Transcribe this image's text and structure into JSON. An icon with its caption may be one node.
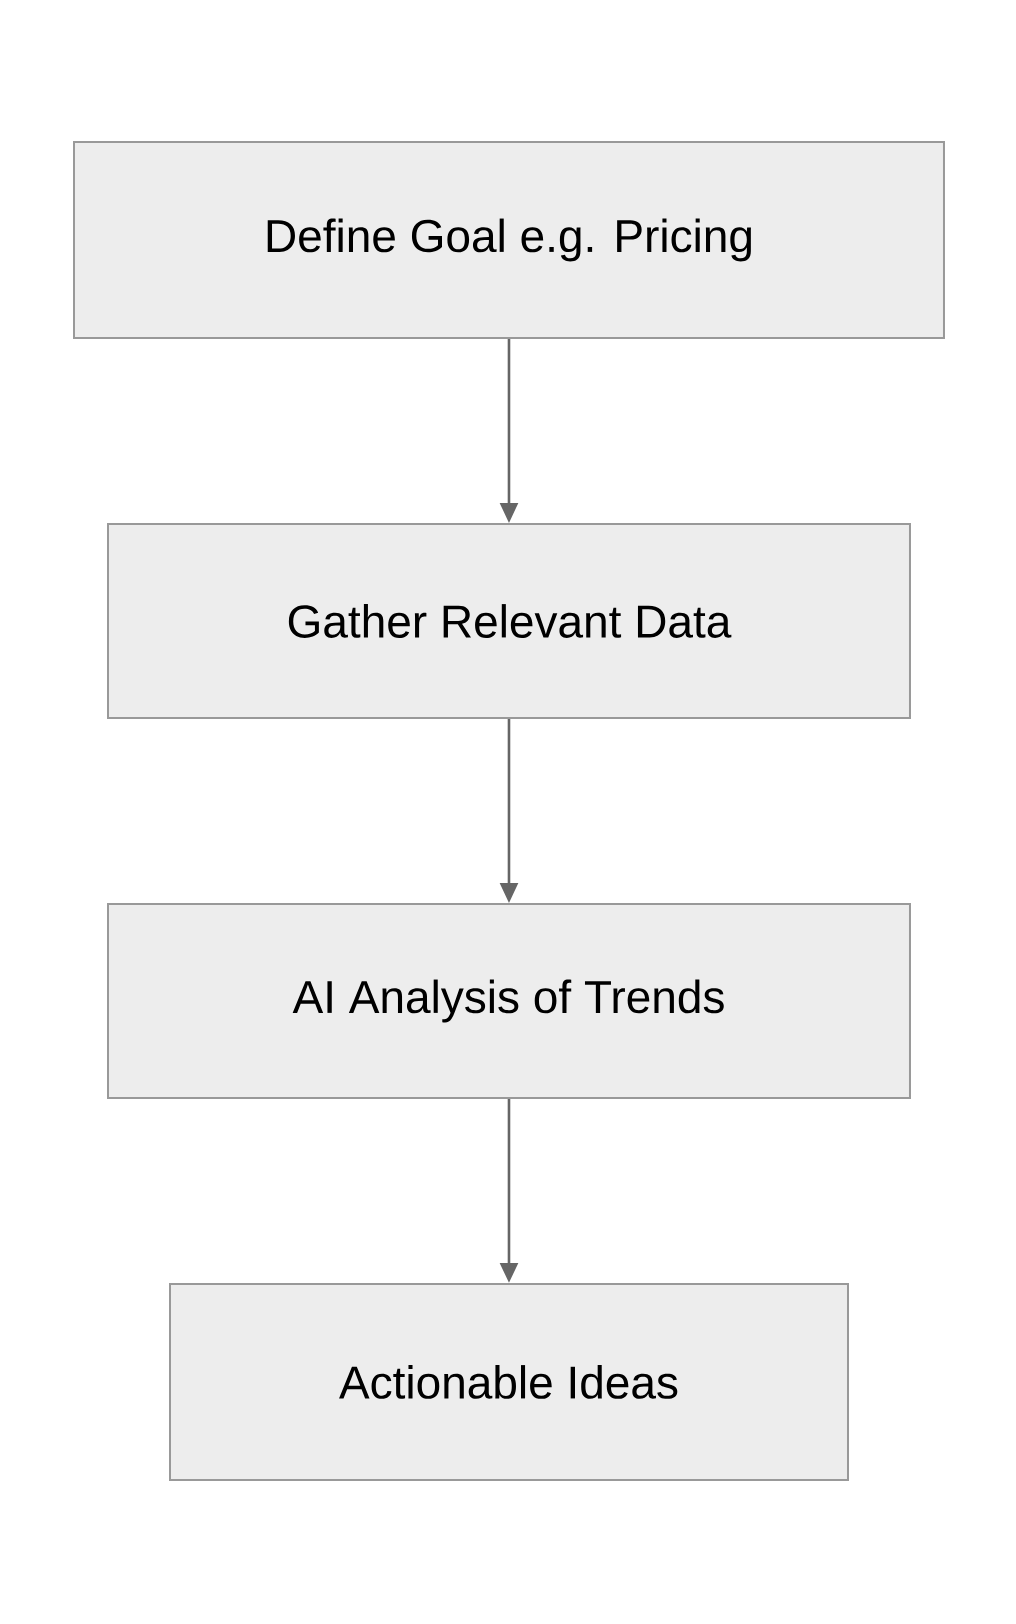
{
  "diagram": {
    "nodes": [
      {
        "text": [
          "Define Goal e.g. Pricing"
        ]
      },
      {
        "text": [
          "Gather Relevant Data"
        ]
      },
      {
        "text": [
          "AI Analysis of Trends"
        ]
      },
      {
        "text": [
          "Actionable Ideas"
        ]
      }
    ],
    "edges": [
      {
        "from": 0,
        "to": 1,
        "arrow": "to"
      },
      {
        "from": 1,
        "to": 2,
        "arrow": "to"
      },
      {
        "from": 2,
        "to": 3,
        "arrow": "to"
      }
    ]
  }
}
